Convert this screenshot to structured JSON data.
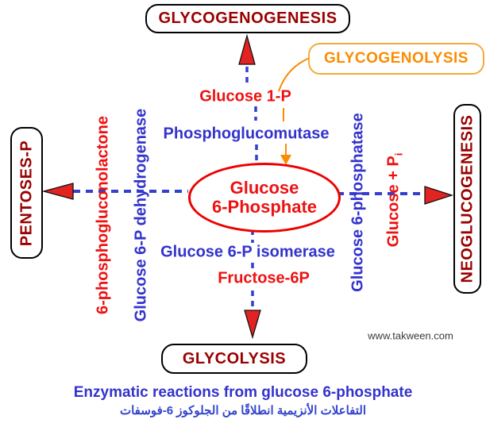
{
  "diagram": {
    "title_note": "Enzymatic reactions from glucose 6-phosphate (metabolic diagram)",
    "center_node": {
      "line1": "Glucose",
      "line2": "6-Phosphate"
    },
    "boxes": {
      "glycogenogenesis": "GLYCOGENOGENESIS",
      "glycogenolysis": "GLYCOGENOLYSIS",
      "pentoses_p": "PENTOSES-P",
      "neoglucogenesis": "NEOGLUCOGENESIS",
      "glycolysis": "GLYCOLYSIS"
    },
    "labels": {
      "glucose_1p": "Glucose 1-P",
      "phosphoglucomutase": "Phosphoglucomutase",
      "glucose_6p_isomerase": "Glucose 6-P isomerase",
      "fructose_6p": "Fructose-6P",
      "phosphogluconolactone": "6-phosphogluconolactone",
      "glucose_6p_dehydrogenase": "Glucose 6-P dehydrogenase",
      "glucose_6_phosphatase": "Glucose 6-phosphatase",
      "glucose_pi_main": "Glucose + P",
      "glucose_pi_sub": "i"
    },
    "captions": {
      "english": "Enzymatic reactions from glucose 6-phosphate",
      "arabic": "التفاعلات الأنزيمية انطلاقًا من الجلوكوز 6-فوسفات"
    },
    "watermark": "www.takween.com",
    "colors": {
      "box_title_dark_red": "#990000",
      "metabolite_red": "#ee1111",
      "enzyme_blue": "#3333cc",
      "glycogenolysis_orange": "#fb8c00",
      "glycogenolysis_border": "#f5a93b",
      "arrow_red": "#e32222",
      "dashed_line_blue": "#3340cc",
      "background": "#ffffff"
    }
  }
}
